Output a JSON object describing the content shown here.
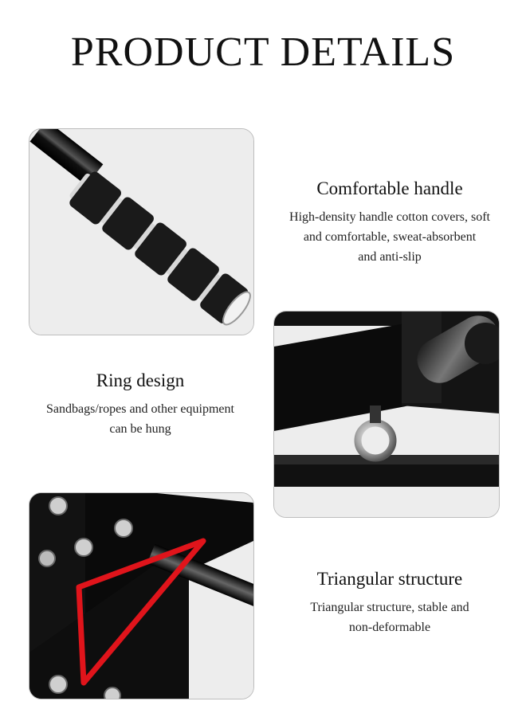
{
  "header": {
    "title": "PRODUCT DETAILS"
  },
  "features": [
    {
      "title": "Comfortable handle",
      "lines": [
        "High-density handle cotton covers, soft",
        "and comfortable, sweat-absorbent",
        "and anti-slip"
      ]
    },
    {
      "title": "Ring design",
      "lines": [
        "Sandbags/ropes and other equipment",
        "can be hung"
      ]
    },
    {
      "title": "Triangular structure",
      "lines": [
        "Triangular structure, stable and",
        "non-deformable"
      ]
    }
  ],
  "colors": {
    "accent": "#e0141b",
    "panel_bg": "#ededed",
    "metal": "#111111"
  }
}
